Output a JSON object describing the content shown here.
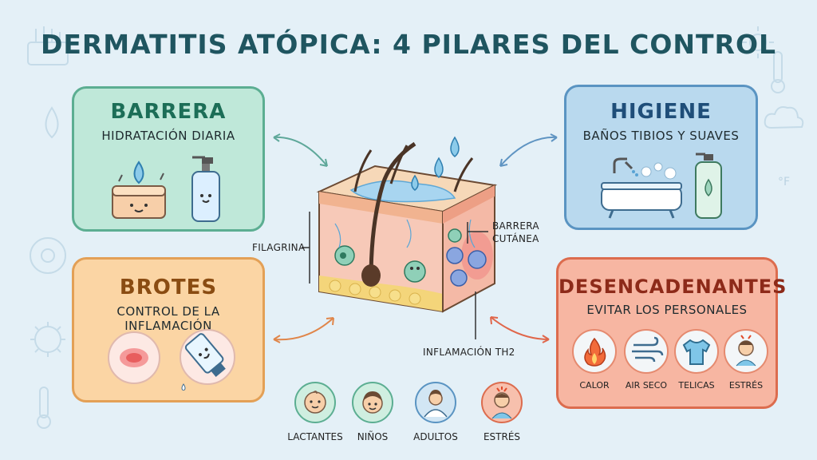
{
  "title": "DERMATITIS ATÓPICA: 4 PILARES DEL CONTROL",
  "pillars": {
    "barrera": {
      "title": "BARRERA",
      "subtitle": "HIDRATACIÓN DIARIA"
    },
    "higiene": {
      "title": "HIGIENE",
      "subtitle": "BAÑOS TIBIOS Y SUAVES"
    },
    "brotes": {
      "title": "BROTES",
      "subtitle": "CONTROL DE LA INFLAMACIÓN"
    },
    "desencadenantes": {
      "title": "DESENCADENANTES",
      "subtitle": "EVITAR LOS PERSONALES",
      "triggers": [
        "CALOR",
        "AIR SECO",
        "TELICAS",
        "ESTRÉS"
      ]
    }
  },
  "skin_labels": {
    "filagrina": "FILAGRINA",
    "barrera_1": "BARRERA",
    "barrera_2": "CUTÁNEA",
    "inflamacion": "INFLAMACIÓN TH2"
  },
  "populations": [
    "LACTANTES",
    "NIÑOS",
    "ADULTOS",
    "ESTRÉS"
  ],
  "icons": {
    "temp_unit": "°F"
  },
  "colors": {
    "title": "#1f5560",
    "barrera": "#1c6e57",
    "higiene": "#1f4e79",
    "brotes": "#8a4c12",
    "desencadenantes": "#8d2a19"
  }
}
